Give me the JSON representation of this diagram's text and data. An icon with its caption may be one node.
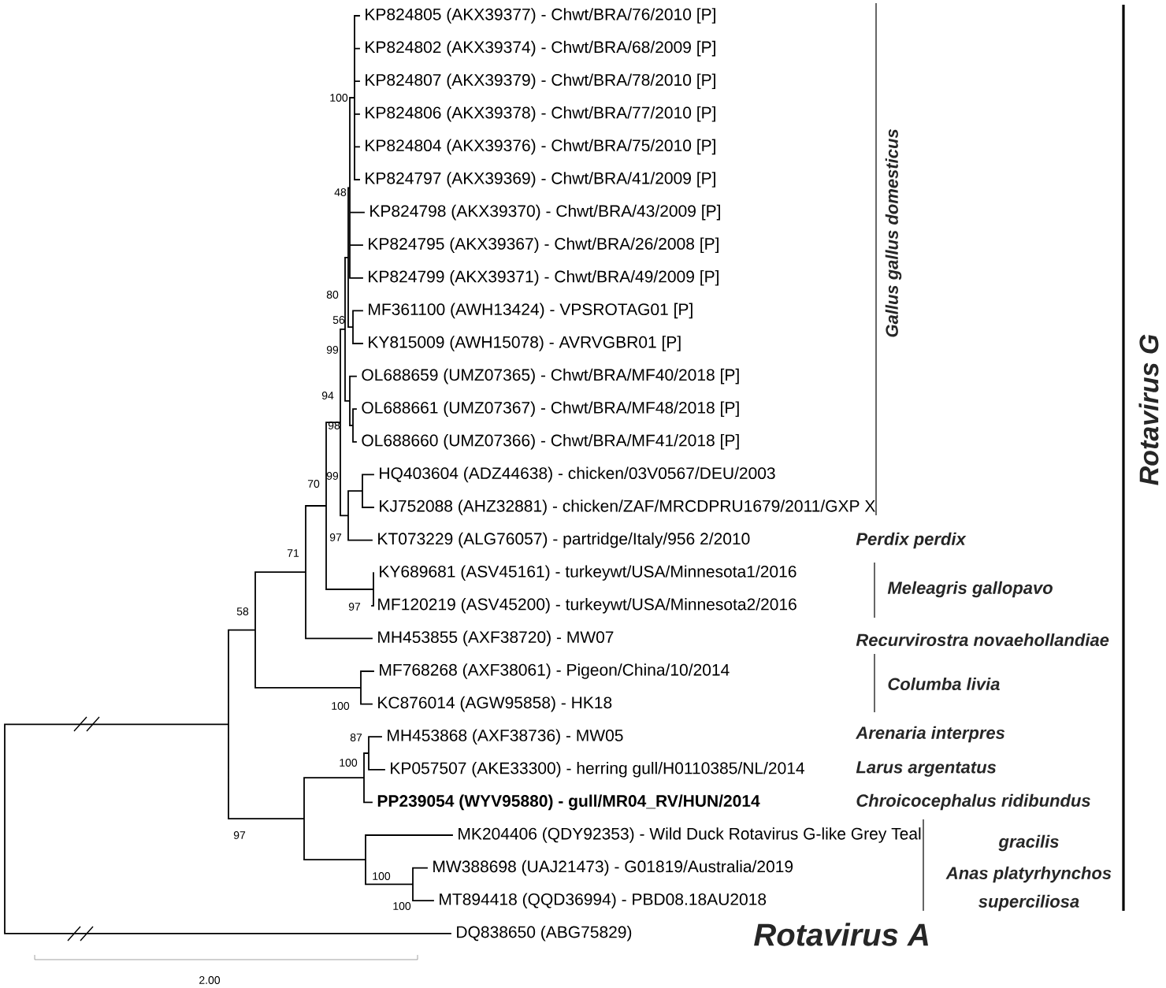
{
  "diagram": {
    "labels": [
      "KP824805 (AKX39377) - Chwt/BRA/76/2010 [P]",
      "KP824802 (AKX39374) - Chwt/BRA/68/2009 [P]",
      "KP824807 (AKX39379) - Chwt/BRA/78/2010 [P]",
      "KP824806 (AKX39378) - Chwt/BRA/77/2010 [P]",
      "KP824804 (AKX39376) - Chwt/BRA/75/2010 [P]",
      "KP824797 (AKX39369) - Chwt/BRA/41/2009 [P]",
      "KP824798 (AKX39370) - Chwt/BRA/43/2009 [P]",
      "KP824795 (AKX39367) - Chwt/BRA/26/2008 [P]",
      "KP824799 (AKX39371) - Chwt/BRA/49/2009 [P]",
      "MF361100 (AWH13424) - VPSROTAG01 [P]",
      "KY815009 (AWH15078) - AVRVGBR01 [P]",
      "OL688659 (UMZ07365) - Chwt/BRA/MF40/2018 [P]",
      "OL688661 (UMZ07367) - Chwt/BRA/MF48/2018 [P]",
      "OL688660 (UMZ07366) - Chwt/BRA/MF41/2018 [P]",
      "HQ403604 (ADZ44638) - chicken/03V0567/DEU/2003",
      "KJ752088 (AHZ32881) - chicken/ZAF/MRCDPRU1679/2011/GXP X",
      "KT073229 (ALG76057) - partridge/Italy/956 2/2010",
      "KY689681 (ASV45161) - turkeywt/USA/Minnesota1/2016",
      "MF120219 (ASV45200) - turkeywt/USA/Minnesota2/2016",
      "MH453855 (AXF38720) - MW07",
      "MF768268 (AXF38061) - Pigeon/China/10/2014",
      "KC876014 (AGW95858) - HK18",
      "MH453868 (AXF38736) - MW05",
      "KP057507 (AKE33300) - herring gull/H0110385/NL/2014",
      "PP239054 (WYV95880) - gull/MR04_RV/HUN/2014",
      "MK204406 (QDY92353) - Wild Duck Rotavirus G-like Grey Teal",
      "MW388698 (UAJ21473) - G01819/Australia/2019",
      "MT894418 (QQD36994) - PBD08.18AU2018",
      "DQ838650 (ABG75829)",
      "100",
      "48",
      "80",
      "56",
      "99",
      "94",
      "98",
      "99",
      "70",
      "97",
      "71",
      "97",
      "58",
      "100",
      "87",
      "100",
      "97",
      "100",
      "100",
      "Gallus gallus domesticus",
      "Perdix perdix",
      "Meleagris gallopavo",
      "Recurvirostra novaehollandiae",
      "Columba livia",
      "Arenaria interpres",
      "Larus argentatus",
      "Chroicocephalus ridibundus",
      "gracilis",
      "Anas platyrhynchos",
      "superciliosa",
      "Rotavirus G",
      "Rotavirus A",
      "2.00"
    ]
  }
}
